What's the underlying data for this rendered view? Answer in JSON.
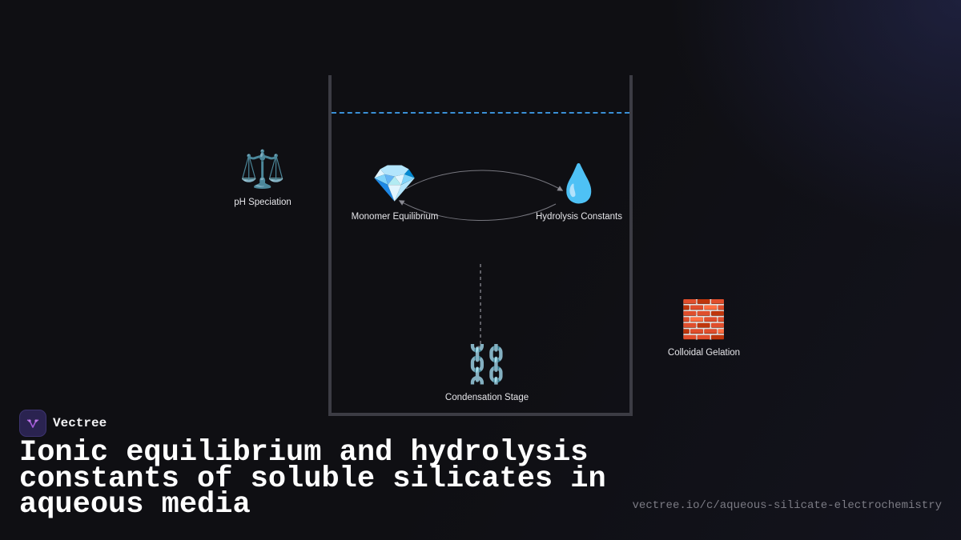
{
  "brand": {
    "name": "Vectree",
    "logo_icon": "vectree-logo-icon"
  },
  "title": "Ionic equilibrium and hydrolysis constants of soluble silicates in aqueous media",
  "url": "vectree.io/c/aqueous-silicate-electrochemistry",
  "nodes": {
    "ph_speciation": {
      "label": "pH Speciation",
      "icon": "balance-scale-icon",
      "glyph": "⚖️"
    },
    "monomer_equilibrium": {
      "label": "Monomer Equilibrium",
      "icon": "gem-icon",
      "glyph": "💎"
    },
    "hydrolysis_constants": {
      "label": "Hydrolysis Constants",
      "icon": "droplet-icon",
      "glyph": "💧"
    },
    "condensation_stage": {
      "label": "Condensation Stage",
      "icon": "chain-icon",
      "glyph": "⛓️"
    },
    "colloidal_gelation": {
      "label": "Colloidal Gelation",
      "icon": "brick-icon",
      "glyph": "🧱"
    }
  },
  "colors": {
    "background": "#0f0f13",
    "water_line": "#3a8fd6",
    "beaker": "#3c3c44",
    "brand_logo_bg": "#2a2350",
    "brand_logo_mark": "#a35bd8"
  }
}
